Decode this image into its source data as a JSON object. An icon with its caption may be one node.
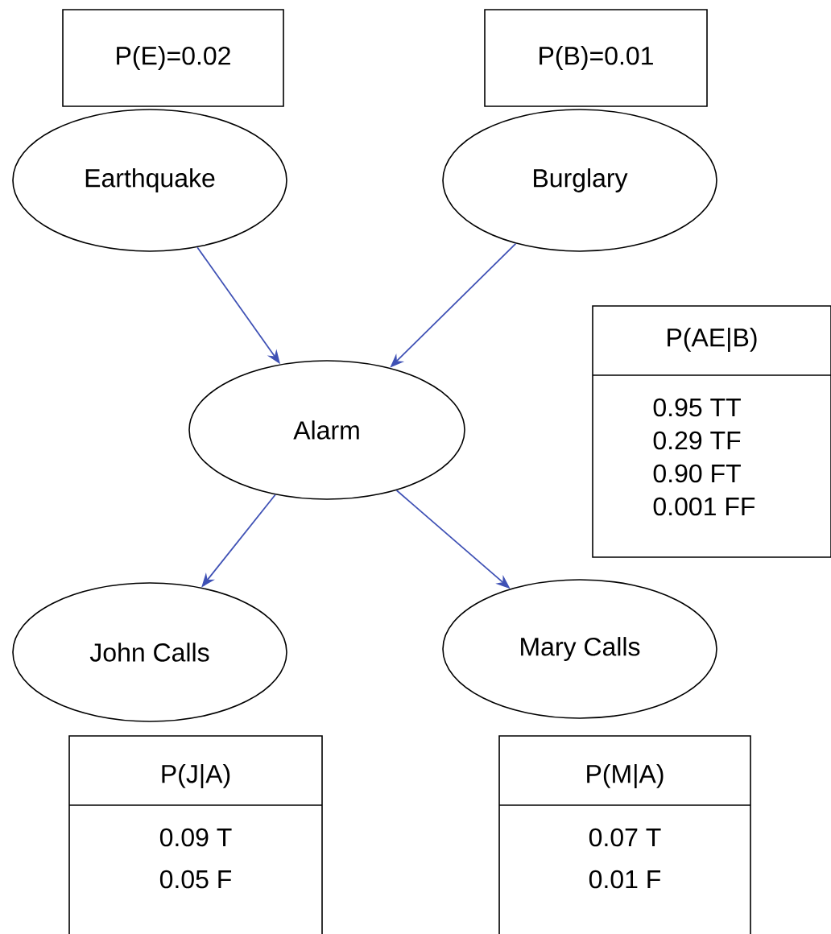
{
  "diagram": {
    "nodes": [
      {
        "text": [
          "P(E)=0.02"
        ]
      },
      {
        "text": [
          "P(B)=0.01"
        ]
      },
      {
        "text": [
          "Earthquake"
        ]
      },
      {
        "text": [
          "Burglary"
        ]
      },
      {
        "text": [
          "Alarm"
        ]
      },
      {
        "text": [
          "P(AE|B)",
          "0.95   TT",
          "0.29   TF",
          "0.90   FT",
          "0.001 FF"
        ]
      },
      {
        "text": [
          "John Calls"
        ]
      },
      {
        "text": [
          "Mary Calls"
        ]
      },
      {
        "text": [
          "P(J|A)",
          "0.09 T",
          "0.05 F"
        ]
      },
      {
        "text": [
          "P(M|A)",
          "0.07 T",
          "0.01 F"
        ]
      }
    ],
    "edges": [
      {
        "from": 2,
        "to": 4,
        "arrow": "to"
      },
      {
        "from": 3,
        "to": 4,
        "arrow": "to"
      },
      {
        "from": 4,
        "to": 6,
        "arrow": "to"
      },
      {
        "from": 4,
        "to": 7,
        "arrow": "to"
      }
    ]
  }
}
